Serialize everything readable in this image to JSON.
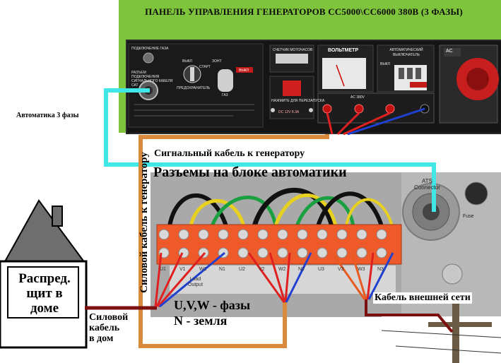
{
  "title": "ПАНЕЛЬ УПРАВЛЕНИЯ ГЕНЕРАТОРОВ СС5000\\СС6000 380В (3 ФАЗЫ)",
  "generator_panel": {
    "gas_connection": "ПОДКЛЮЧЕНИЕ ГАЗА",
    "signal_socket": "РАЗЪЕМ ПОДКЛЮЧЕНИЯ СИГНАЛЬНОГО КАБЕЛЯ САТ",
    "off": "ВЫКЛ",
    "start": "СТАРТ",
    "choke": "ЗОНТ",
    "fuse": "ПРЕДОХРАНИТЕЛЬ",
    "gas": "ГАЗ",
    "hour_meter": "СЧЕТЧИК МОТОЧАСОВ",
    "voltmeter": "ВОЛЬТМЕТР",
    "breaker": "АВТОМАТИЧЕСКИЙ ВЫКЛЮЧАТЕЛЬ",
    "breaker_off": "ВЫКЛ",
    "reset": "НАЖМИТЕ ДЛЯ ПЕРЕЗАПУСКА",
    "dc": "DC 12V 8.3A",
    "ac_380": "AC 380V",
    "ac": "AC",
    "off_badge": "ВЫКЛ"
  },
  "labels": {
    "automation_3_phase": "Автоматика 3 фазы",
    "signal_cable": "Сигнальный кабель к генератору",
    "automation_connectors": "Разъемы на блоке автоматики",
    "power_cable_to_generator": "Силовой кабель к генератору",
    "phases_line1": "U,V,W - фазы",
    "phases_line2": "N - земля",
    "external_network": "Кабель внешней сети",
    "house_cable_line1": "Силовой",
    "house_cable_line2": "кабель",
    "house_cable_line3": "в дом",
    "house_panel_line1": "Распред.",
    "house_panel_line2": "щит в",
    "house_panel_line3": "доме"
  },
  "unit_labels": {
    "load_output": "Load\nOutput",
    "ats_line1": "ATS",
    "ats_line2": "Connector",
    "fuse": "Fuse",
    "terminals": [
      "U1",
      "V1",
      "W1",
      "N1",
      "U2",
      "V2",
      "W2",
      "N2",
      "U3",
      "V3",
      "W3",
      "N3"
    ]
  },
  "colors": {
    "generator_body": "#7ec43c",
    "signal_cable": "#41e6e6",
    "power_cable": "#d98a3a",
    "house_cable": "#7a1010",
    "terminal_block": "#ee5a2a",
    "phase_wire": "#e02020",
    "neutral_wire": "#2040d0",
    "roof": "#6e6e6e"
  }
}
